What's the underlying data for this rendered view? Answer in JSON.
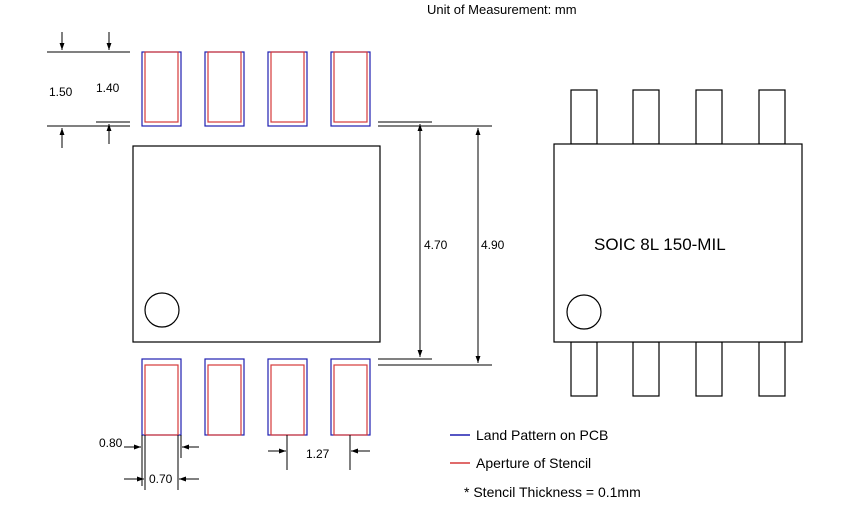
{
  "header": {
    "unit_text": "Unit of Measurement: mm"
  },
  "dimensions": {
    "pad_length_land": "1.50",
    "pad_length_aperture": "1.40",
    "body_height_inner": "4.70",
    "body_height_outer": "4.90",
    "pad_width_land": "0.80",
    "pad_width_aperture": "0.70",
    "pitch": "1.27"
  },
  "side_view": {
    "package_label": "SOIC 8L 150-MIL"
  },
  "legend": {
    "land_pattern": "Land Pattern on PCB",
    "aperture": "Aperture of Stencil",
    "stencil_note": "* Stencil Thickness = 0.1mm"
  },
  "colors": {
    "land_pattern": "#1f1fb0",
    "aperture": "#d63a3a",
    "outline": "#000000"
  }
}
